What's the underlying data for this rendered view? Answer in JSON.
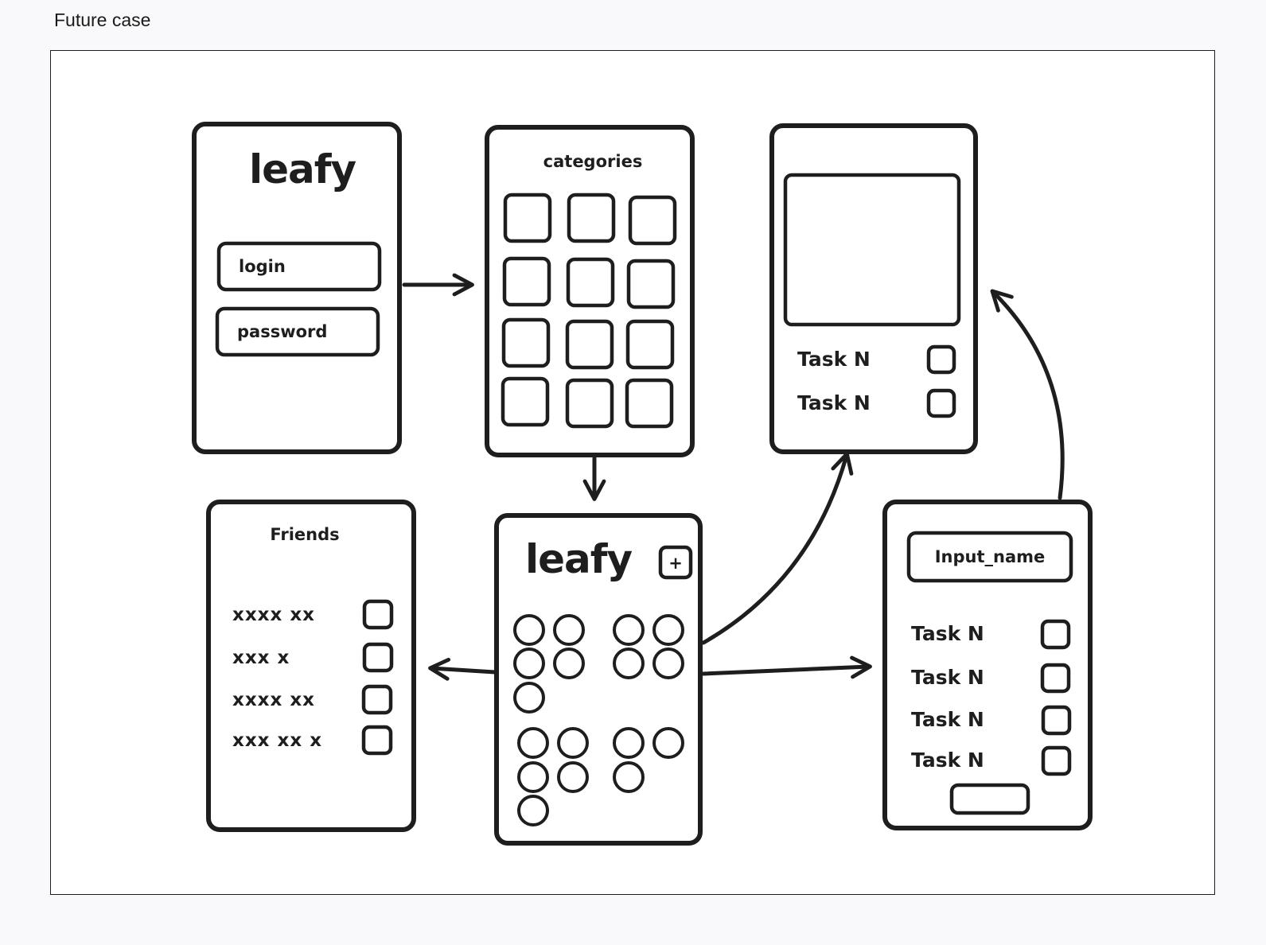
{
  "page_title": "Future case",
  "login_screen": {
    "logo": "leafy",
    "login_field": "login",
    "password_field": "password"
  },
  "categories_screen": {
    "title": "categories"
  },
  "detail_screen": {
    "tasks": [
      "Task N",
      "Task N"
    ]
  },
  "friends_screen": {
    "title": "Friends",
    "friends": [
      "xxxx xx",
      "xxx x",
      "xxxx xx",
      "xxx xx x"
    ]
  },
  "home_screen": {
    "logo": "leafy",
    "add_button": "+"
  },
  "create_screen": {
    "input_field": "Input_name",
    "tasks": [
      "Task N",
      "Task N",
      "Task N",
      "Task N"
    ]
  }
}
